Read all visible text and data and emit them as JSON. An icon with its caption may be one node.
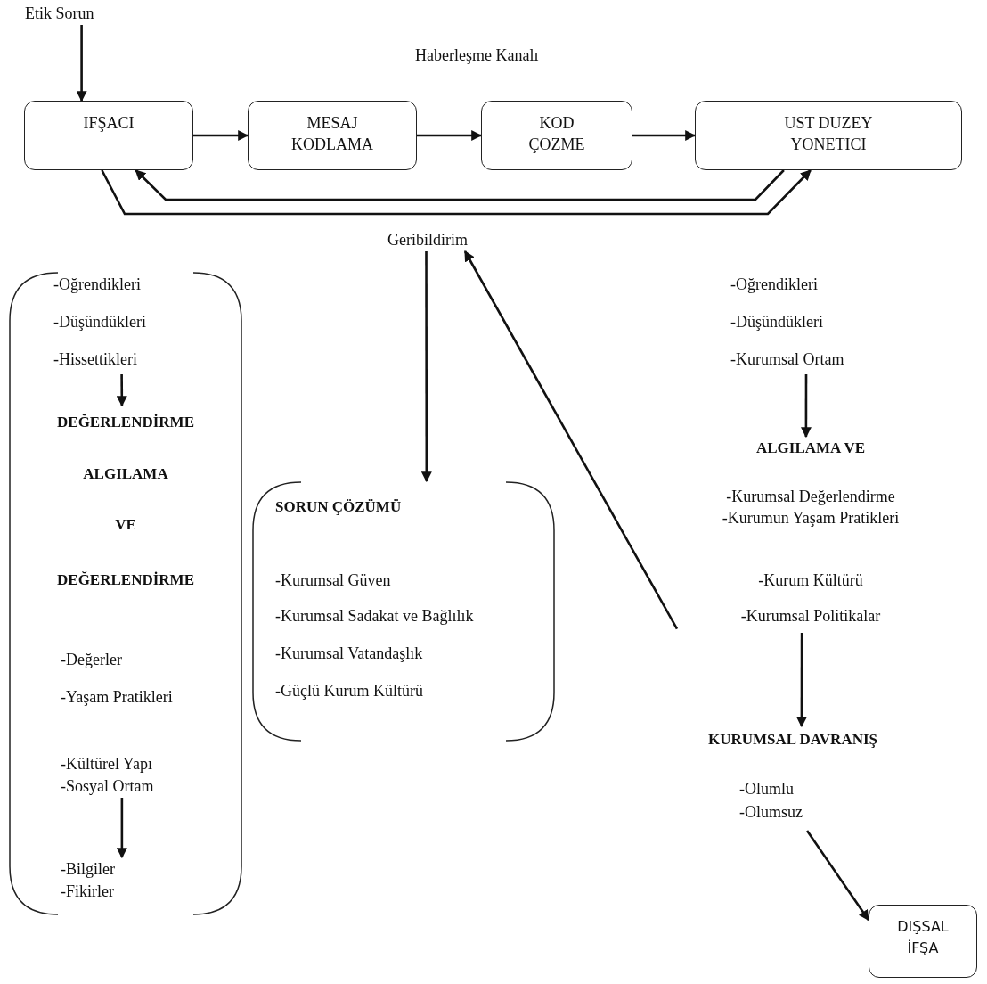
{
  "diagram": {
    "nodes": [
      {
        "text": [
          "Etik Sorun"
        ]
      },
      {
        "text": [
          "IFŞACI"
        ]
      },
      {
        "text": [
          "MESAJ KODLAMA"
        ]
      },
      {
        "text": [
          "KOD ÇOZME"
        ]
      },
      {
        "text": [
          "UST DUZEY YONETICI"
        ]
      },
      {
        "text": [
          "Geribildirim"
        ]
      },
      {
        "text": [],
        "shape": "bracket"
      },
      {
        "text": [
          "-Oğrendikleri",
          "-Düşündükleri",
          "-Hissettikleri"
        ],
        "in": 6
      },
      {
        "text": [
          "DEĞERLENDİRME",
          "ALGILAMA",
          "VE",
          "DEĞERLENDİRME",
          "-Değerler",
          "-Yaşam Pratikleri",
          "-Kültürel Yapı",
          "-Sosyal Ortam"
        ],
        "in": 6
      },
      {
        "text": [
          "-Bilgiler",
          "-Fikirler"
        ],
        "in": 6
      },
      {
        "text": [
          "SORUN ÇÖZÜMÜ",
          "-Kurumsal Güven",
          "-Kurumsal Sadakat ve Bağlılık",
          "-Kurumsal Vatandaşlık",
          "-Güçlü Kurum Kültürü"
        ]
      },
      {
        "text": [
          "-Oğrendikleri",
          "-Düşündükleri",
          "-Kurumsal Ortam"
        ]
      },
      {
        "text": [
          "ALGILAMA VE",
          "-Kurumsal Değerlendirme",
          "-Kurumun Yaşam Pratikleri",
          "-Kurum Kültürü",
          "-Kurumsal Politikalar"
        ]
      },
      {
        "text": [
          "KURUMSAL DAVRANIŞ"
        ]
      },
      {
        "text": [
          "-Olumlu",
          "-Olumsuz"
        ]
      },
      {
        "text": [
          "DIŞSAL İFŞA"
        ]
      }
    ],
    "edges": [
      {
        "from": 0,
        "to": 1,
        "arrow": "to"
      },
      {
        "from": 1,
        "to": 2,
        "arrow": "to"
      },
      {
        "from": 2,
        "to": 3,
        "arrow": "to"
      },
      {
        "from": 3,
        "to": 4,
        "arrow": "to"
      },
      {
        "from": 4,
        "to": 1,
        "arrow": "to"
      },
      {
        "from": 1,
        "to": 4,
        "arrow": "to"
      },
      {
        "from": 5,
        "to": 10,
        "arrow": "to"
      },
      {
        "from": 12,
        "to": 5,
        "arrow": "to"
      },
      {
        "from": 7,
        "to": 8,
        "arrow": "to"
      },
      {
        "from": 8,
        "to": 9,
        "arrow": "to"
      },
      {
        "from": 11,
        "to": 12,
        "arrow": "to"
      },
      {
        "from": 12,
        "to": 13,
        "arrow": "to"
      },
      {
        "from": 14,
        "to": 15,
        "arrow": "to"
      }
    ],
    "labels": [
      "Haberleşme Kanalı"
    ]
  }
}
